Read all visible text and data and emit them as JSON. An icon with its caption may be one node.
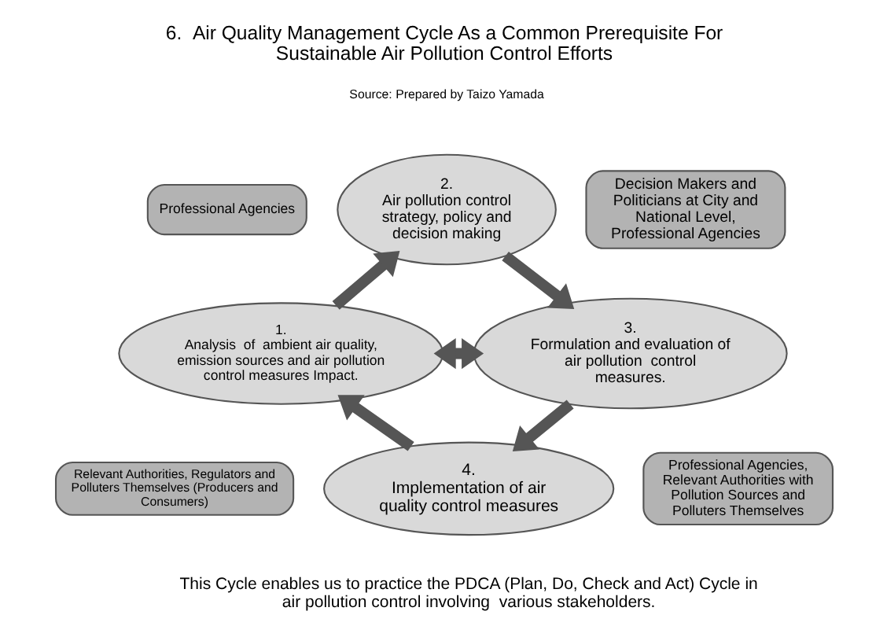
{
  "diagram": {
    "title": "6.  Air Quality Management Cycle As a Common Prerequisite For Sustainable Air Pollution Control Efforts",
    "caption": "This Cycle enables us to practice the PDCA (Plan, Do, Check and Act) Cycle in air pollution control involving  various stakeholders.",
    "nodes": [
      {
        "text": [
          "Professional Agencies"
        ]
      },
      {
        "text": [
          "2.",
          "Air pollution control strategy, policy and decision making"
        ]
      },
      {
        "text": [
          "Decision Makers and Politicians at City and National Level, Professional Agencies"
        ]
      },
      {
        "text": [
          "1.",
          "Analysis  of  ambient air quality, emission sources and air pollution control measures Impact."
        ]
      },
      {
        "text": [
          "3.",
          "Formulation and evaluation of air pollution  control measures."
        ]
      },
      {
        "text": [
          "Relevant Authorities, Regulators and Polluters Themselves (Producers and Consumers)"
        ]
      },
      {
        "text": [
          "4.",
          "Implementation of air quality control measures"
        ]
      },
      {
        "text": [
          "Professional Agencies,  Relevant Authorities with Pollution Sources and Polluters Themselves"
        ]
      }
    ],
    "edges": [
      {
        "from": 3,
        "to": 1,
        "arrow": "to"
      },
      {
        "from": 1,
        "to": 4,
        "arrow": "to"
      },
      {
        "from": 4,
        "to": 6,
        "arrow": "to"
      },
      {
        "from": 6,
        "to": 3,
        "arrow": "to"
      },
      {
        "from": 3,
        "to": 4,
        "arrow": "both"
      }
    ],
    "labels": [
      "Source: Prepared by Taizo Yamada"
    ]
  }
}
